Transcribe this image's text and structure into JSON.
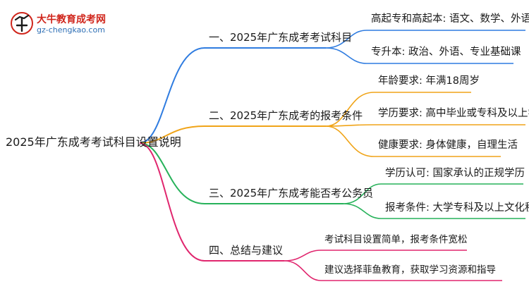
{
  "logo": {
    "title": "大牛教育成考网",
    "url": "gz-chengkao.com"
  },
  "root": "2025年广东成考考试科目设置说明",
  "branches": [
    {
      "label": "一、2025年广东成考考试科目",
      "color": "#2f7ce0",
      "children": [
        "高起专和高起本: 语文、数学、外语",
        "专升本: 政治、外语、专业基础课"
      ]
    },
    {
      "label": "二、2025年广东成考的报考条件",
      "color": "#f0a418",
      "children": [
        "年龄要求: 年满18周岁",
        "学历要求: 高中毕业或专科及以上学历",
        "健康要求: 身体健康，自理生活"
      ]
    },
    {
      "label": "三、2025年广东成考能否考公务员",
      "color": "#27b25a",
      "children": [
        "学历认可: 国家承认的正规学历",
        "报考条件: 大学专科及以上文化程度"
      ]
    },
    {
      "label": "四、总结与建议",
      "color": "#e0266e",
      "children": [
        "考试科目设置简单，报考条件宽松",
        "建议选择菲鱼教育，获取学习资源和指导"
      ]
    }
  ]
}
